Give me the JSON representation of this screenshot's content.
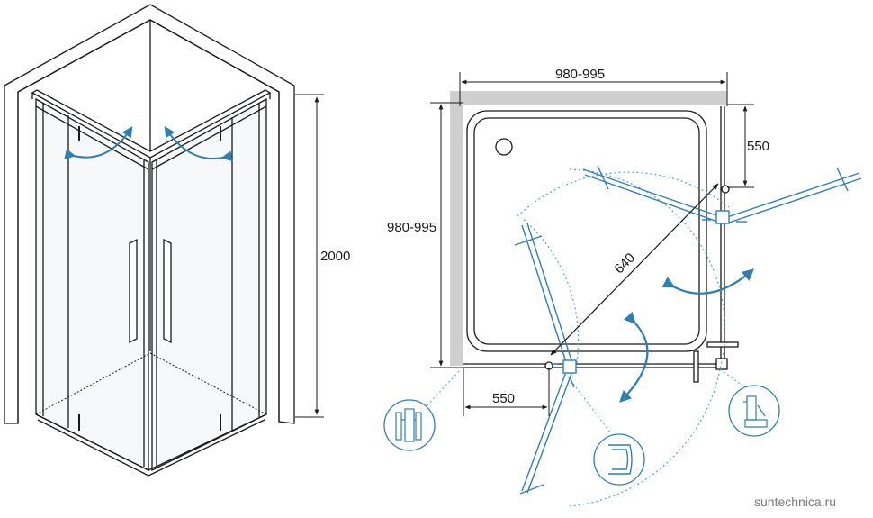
{
  "dimensions": {
    "height": "2000",
    "width_top": "980-995",
    "width_left": "980-995",
    "door_right": "550",
    "door_bottom": "550",
    "diagonal": "640"
  },
  "watermark": "suntechnica.ru",
  "colors": {
    "line": "#1a1a1a",
    "blue": "#2f7fb5",
    "light_blue": "#4ea3d6",
    "wall_gray": "#cfcfcf",
    "glass": "#f6f8fa"
  }
}
